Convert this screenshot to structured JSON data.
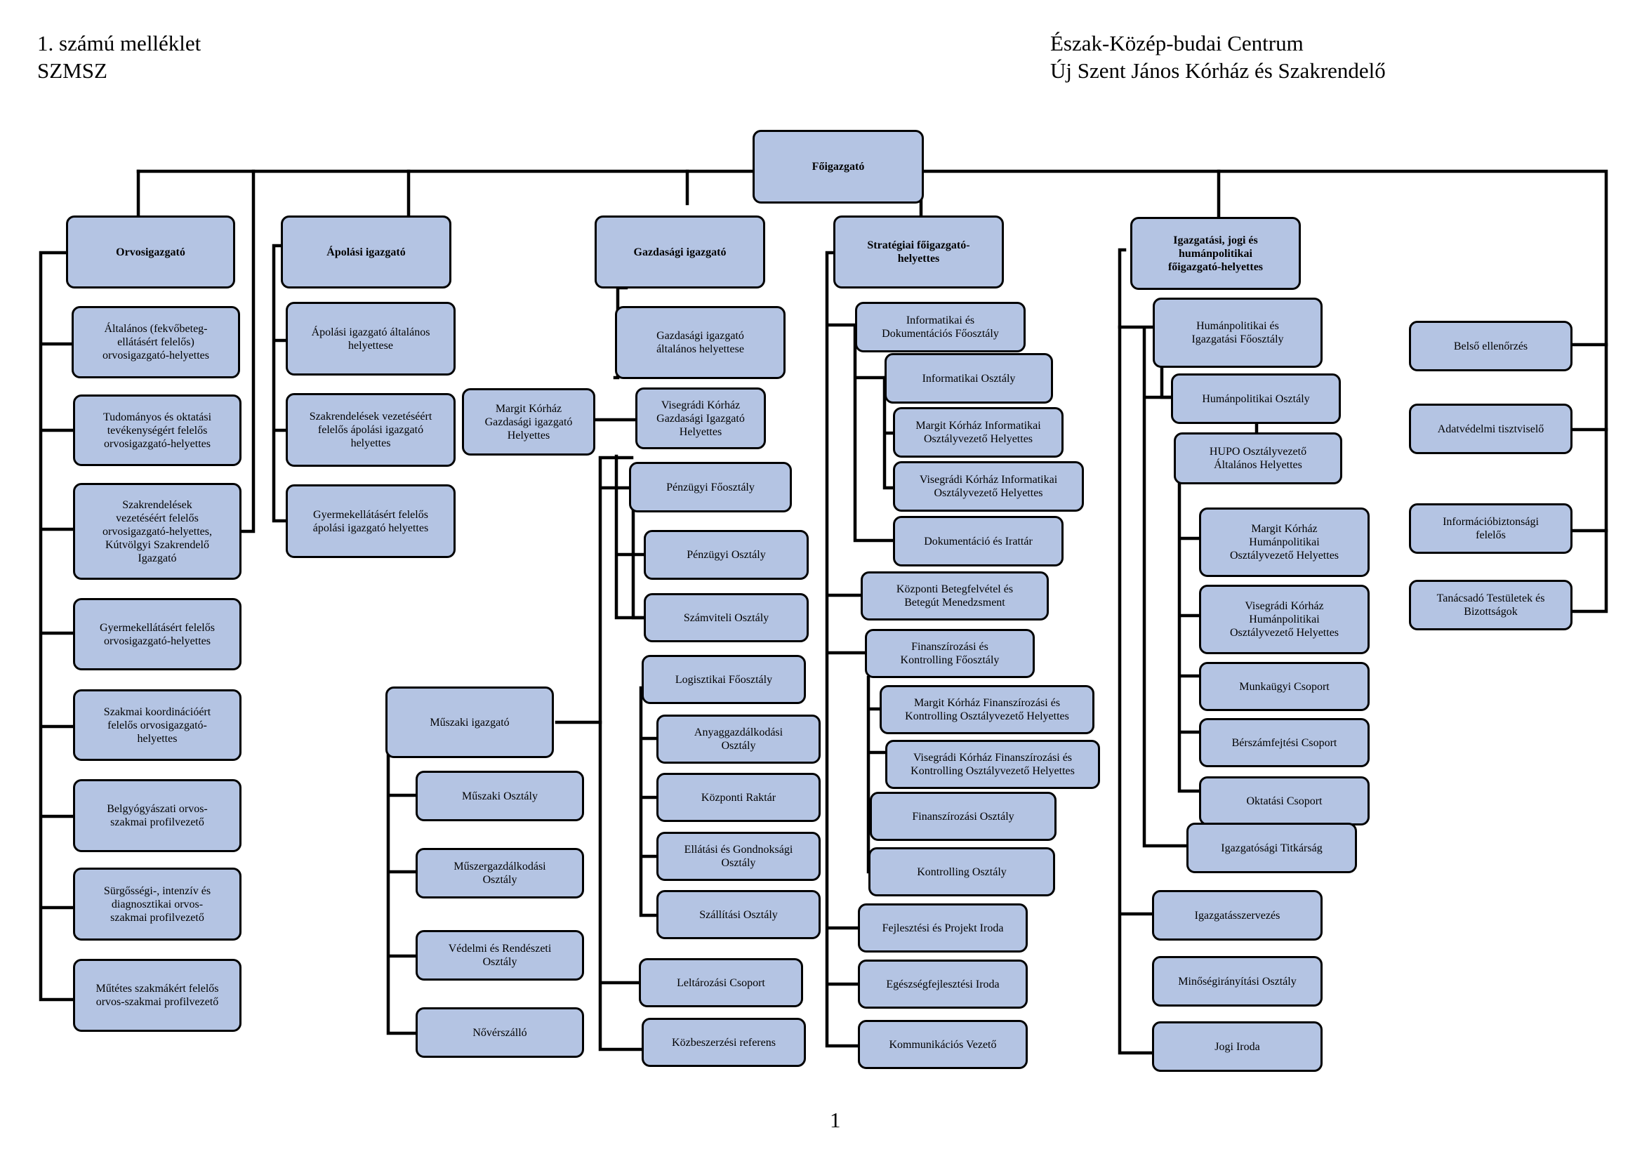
{
  "header": {
    "left_line1": "1. számú melléklet",
    "left_line2": "SZMSZ",
    "right_line1": "Észak-Közép-budai Centrum",
    "right_line2": "Új Szent János Kórház és Szakrendelő"
  },
  "page_number": "1",
  "chart": {
    "root": "Főigazgató",
    "orvos": {
      "head": "Orvosigazgató",
      "items": [
        "Általános (fekvőbeteg-\nellátásért felelős)\norvosigazgató-helyettes",
        "Tudományos és oktatási\ntevékenységért felelős\norvosigazgató-helyettes",
        "Szakrendelések\nvezetéséért felelős\norvosigazgató-helyettes,\nKútvölgyi Szakrendelő\nIgazgató",
        "Gyermekellátásért felelős\norvosigazgató-helyettes",
        "Szakmai koordinációért\nfelelős orvosigazgató-\nhelyettes",
        "Belgyógyászati orvos-\nszakmai profilvezető",
        "Sürgősségi-, intenzív és\ndiagnosztikai orvos-\nszakmai profilvezető",
        "Műtétes szakmákért felelős\norvos-szakmai profilvezető"
      ]
    },
    "apolasi": {
      "head": "Ápolási igazgató",
      "items": [
        "Ápolási igazgató általános\nhelyettese",
        "Szakrendelések vezetéséért\nfelelős ápolási igazgató\nhelyettes",
        "Gyermekellátásért felelős\nápolási igazgató helyettes"
      ]
    },
    "gazdasagi": {
      "head": "Gazdasági igazgató",
      "general_deputy": "Gazdasági igazgató\náltalános helyettese",
      "margit_deputy": "Margit Kórház\nGazdasági igazgató\nHelyettes",
      "visegradi_deputy": "Visegrádi Kórház\nGazdasági Igazgató\nHelyettes",
      "penzugyi_fo": "Pénzügyi Főosztály",
      "penzugyi_items": [
        "Pénzügyi Osztály",
        "Számviteli Osztály"
      ],
      "logisztikai_fo": "Logisztikai Főosztály",
      "logisztikai_items": [
        "Anyaggazdálkodási\nOsztály",
        "Központi Raktár",
        "Ellátási és Gondnoksági\nOsztály",
        "Szállítási Osztály"
      ],
      "other_items": [
        "Leltározási Csoport",
        "Közbeszerzési referens"
      ],
      "muszaki_head": "Műszaki igazgató",
      "muszaki_items": [
        "Műszaki Osztály",
        "Műszergazdálkodási\nOsztály",
        "Védelmi és Rendészeti\nOsztály",
        "Nővérszálló"
      ]
    },
    "strategiai": {
      "head": "Stratégiai főigazgató-\nhelyettes",
      "info_fo": "Informatikai és\nDokumentációs Főosztály",
      "info_items": [
        "Informatikai Osztály",
        "Margit Kórház Informatikai\nOsztályvezető Helyettes",
        "Visegrádi Kórház Informatikai\nOsztályvezető Helyettes",
        "Dokumentáció és Irattár"
      ],
      "betegfelvetel": "Központi Betegfelvétel és\nBetegút Menedzsment",
      "finansz_fo": "Finanszírozási és\nKontrolling Főosztály",
      "finansz_items": [
        "Margit Kórház Finanszírozási és\nKontrolling Osztályvezető Helyettes",
        "Visegrádi Kórház Finanszírozási és\nKontrolling Osztályvezető Helyettes",
        "Finanszírozási Osztály",
        "Kontrolling Osztály"
      ],
      "other_items": [
        "Fejlesztési és Projekt Iroda",
        "Egészségfejlesztési Iroda",
        "Kommunikációs Vezető"
      ]
    },
    "igazgatasi": {
      "head": "Igazgatási, jogi és\nhumánpolitikai\nfőigazgató-helyettes",
      "human_fo": "Humánpolitikai és\nIgazgatási Főosztály",
      "human_osztaly": "Humánpolitikai Osztály",
      "hupo": "HUPO Osztályvezető\nÁltalános Helyettes",
      "hupo_items": [
        "Margit Kórház\nHumánpolitikai\nOsztályvezető Helyettes",
        "Visegrádi Kórház\nHumánpolitikai\nOsztályvezető Helyettes",
        "Munkaügyi Csoport",
        "Bérszámfejtési Csoport",
        "Oktatási Csoport"
      ],
      "titkarsag": "Igazgatósági Titkárság",
      "other_items": [
        "Igazgatásszervezés",
        "Minőségirányítási Osztály",
        "Jogi Iroda"
      ]
    },
    "staff": [
      "Belső ellenőrzés",
      "Adatvédelmi tisztviselő",
      "Információbiztonsági\nfelelős",
      "Tanácsadó Testületek és\nBizottságok"
    ]
  }
}
